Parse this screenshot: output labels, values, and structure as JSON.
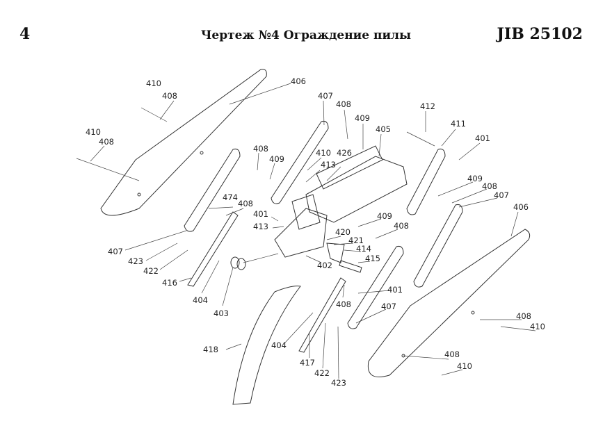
{
  "header": {
    "page_number": "4",
    "title": "Чертеж №4 Ограждение пилы",
    "model_code": "JIB 25102"
  },
  "callouts": [
    "410",
    "408",
    "406",
    "410",
    "408",
    "407",
    "408",
    "409",
    "405",
    "412",
    "411",
    "401",
    "408",
    "409",
    "410",
    "426",
    "413",
    "409",
    "408",
    "407",
    "474",
    "408",
    "401",
    "413",
    "409",
    "408",
    "420",
    "421",
    "414",
    "415",
    "402",
    "407",
    "423",
    "422",
    "416",
    "404",
    "403",
    "401",
    "408",
    "407",
    "406",
    "408",
    "410",
    "418",
    "404",
    "417",
    "422",
    "423",
    "408",
    "410"
  ]
}
